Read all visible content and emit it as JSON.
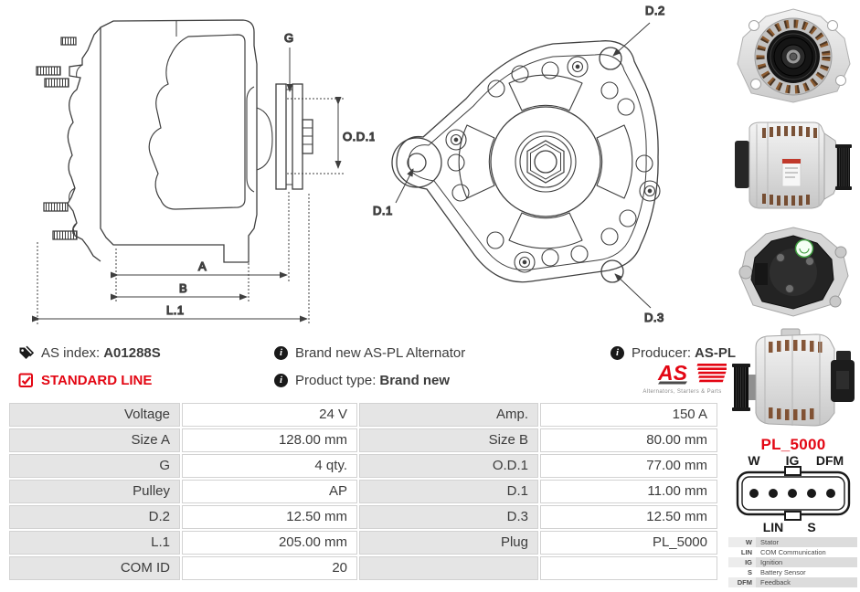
{
  "side_diagram": {
    "g": "G",
    "od1": "O.D.1",
    "a": "A",
    "b": "B",
    "l1": "L.1"
  },
  "front_diagram": {
    "d1": "D.1",
    "d2": "D.2",
    "d3": "D.3"
  },
  "info": {
    "as_index_label": "AS index:",
    "as_index_value": "A01288S",
    "standard_line": "STANDARD LINE",
    "brand_new_line": "Brand new AS-PL Alternator",
    "product_type_label": "Product type:",
    "product_type_value": "Brand new",
    "producer_label": "Producer:",
    "producer_value": "AS-PL",
    "logo_text": "AS",
    "logo_tagline": "Alternators, Starters & Parts"
  },
  "table": {
    "rows": [
      [
        "Voltage",
        "24 V",
        "Amp.",
        "150 A"
      ],
      [
        "Size A",
        "128.00 mm",
        "Size B",
        "80.00 mm"
      ],
      [
        "G",
        "4 qty.",
        "O.D.1",
        "77.00 mm"
      ],
      [
        "Pulley",
        "AP",
        "D.1",
        "11.00 mm"
      ],
      [
        "D.2",
        "12.50 mm",
        "D.3",
        "12.50 mm"
      ],
      [
        "L.1",
        "205.00 mm",
        "Plug",
        "PL_5000"
      ],
      [
        "COM ID",
        "20",
        "",
        ""
      ]
    ]
  },
  "plug": {
    "name": "PL_5000",
    "top_labels": [
      "W",
      "IG",
      "DFM"
    ],
    "bottom_labels": [
      "LIN",
      "S"
    ],
    "legend": [
      {
        "pin": "W",
        "desc": "Stator"
      },
      {
        "pin": "LIN",
        "desc": "COM Communication"
      },
      {
        "pin": "IG",
        "desc": "Ignition"
      },
      {
        "pin": "S",
        "desc": "Battery Sensor"
      },
      {
        "pin": "DFM",
        "desc": "Feedback"
      }
    ]
  },
  "colors": {
    "accent_red": "#e30613",
    "table_label_bg": "#e5e5e5",
    "line_art": "#3f3f3f",
    "legend_row_bg": "#dcdcdc"
  }
}
